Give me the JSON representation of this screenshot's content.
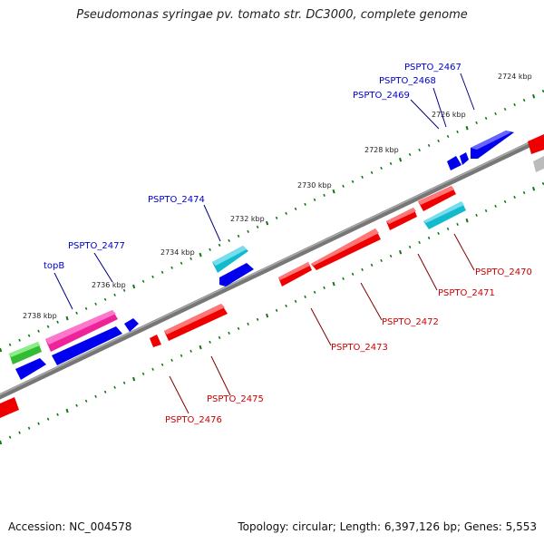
{
  "title": "Pseudomonas syringae pv. tomato str. DC3000, complete genome",
  "footer": {
    "accession": "Accession: NC_004578",
    "topology": "Topology: circular; Length: 6,397,126 bp; Genes: 5,553"
  },
  "ticks": [
    "2724 kbp",
    "2726 kbp",
    "2728 kbp",
    "2730 kbp",
    "2732 kbp",
    "2734 kbp",
    "2736 kbp",
    "2738 kbp"
  ],
  "labels_top": [
    "PSPTO_2467",
    "PSPTO_2468",
    "PSPTO_2469",
    "PSPTO_2474",
    "PSPTO_2477",
    "topB"
  ],
  "labels_bottom": [
    "PSPTO_2470",
    "PSPTO_2471",
    "PSPTO_2472",
    "PSPTO_2473",
    "PSPTO_2475",
    "PSPTO_2476"
  ],
  "colors": {
    "red": "#ee0000",
    "blue": "#0000ee",
    "green": "#33bb33",
    "magenta": "#ee2299",
    "cyan": "#11bbcc",
    "grey": "#bbbbbb",
    "backbone": "#777777",
    "tick": "#117711"
  }
}
